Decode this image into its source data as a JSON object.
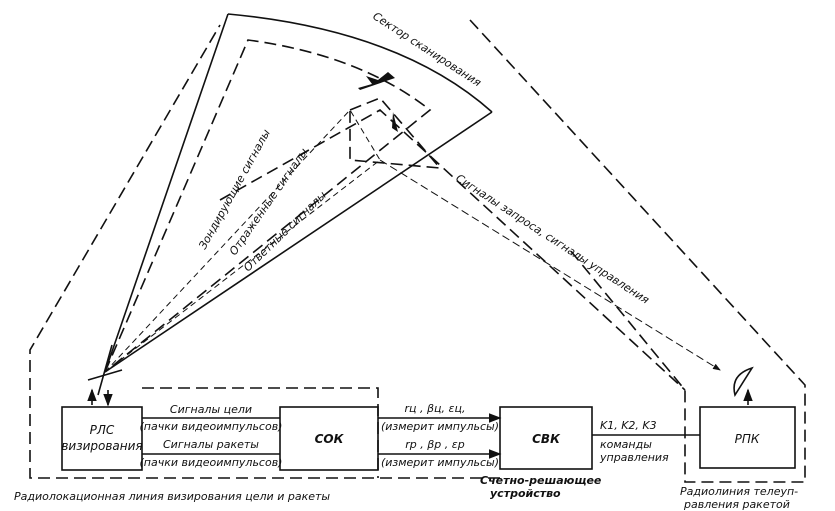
{
  "sector_label": "Сектор сканирования",
  "beam_labels": {
    "probing": "Зондирующие сигналы",
    "reflected": "Отраженные сигналы",
    "response": "Ответные сигналы"
  },
  "uplink_label": "Сигналы запроса, сигналы управления",
  "blocks": {
    "radar": [
      "РЛС",
      "визирования"
    ],
    "sok": "СОК",
    "svk": "СВК",
    "rpk": "РПК"
  },
  "links": {
    "target_signals": "Сигналы цели",
    "target_signals_note": "(пачки видеоимпульсов)",
    "missile_signals": "Сигналы ракеты",
    "missile_signals_note": "(пачки видеоимпульсов)",
    "target_coords": "rц , βц, εц,",
    "target_coords_note": "(измерит импульсы)",
    "missile_coords": "rp , βp , εp",
    "missile_coords_note": "(измерит импульсы)",
    "commands": "K1, K2, K3",
    "commands_note": [
      "команды",
      "управления"
    ]
  },
  "captions": {
    "radar_line": "Радиолокационная линия визирования цели и ракеты",
    "computer": [
      "Счетно-решающее",
      "устройство"
    ],
    "telecontrol": [
      "Радиолиния телеуп-",
      "равления ракетой"
    ]
  }
}
